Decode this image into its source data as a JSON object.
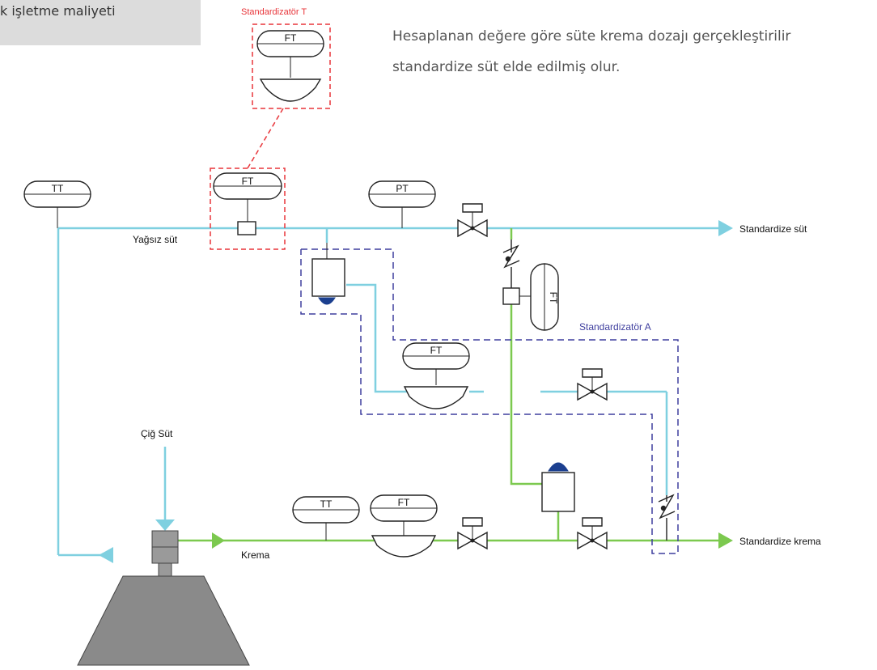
{
  "top_note": "k işletme maliyeti",
  "description": [
    "Hesaplanan değere göre süte krema dozajı gerçekleştirilir",
    "standardize süt elde edilmiş olur."
  ],
  "labels": {
    "std_t": "Standardizatör T",
    "std_a": "Standardizatör A",
    "skim": "Yağsız süt",
    "raw": "Çiğ Süt",
    "cream": "Krema",
    "out_milk": "Standardize süt",
    "out_cream": "Standardize krema"
  },
  "instruments": {
    "tt": "TT",
    "ft": "FT",
    "pt": "PT"
  },
  "colors": {
    "milk_line": "#7fd0e0",
    "cream_line": "#7cc94f",
    "std_t": "#e8353a",
    "std_a": "#3e3e9e",
    "separator": "#8a8a8a",
    "accent_blue": "#1b3f8f"
  }
}
